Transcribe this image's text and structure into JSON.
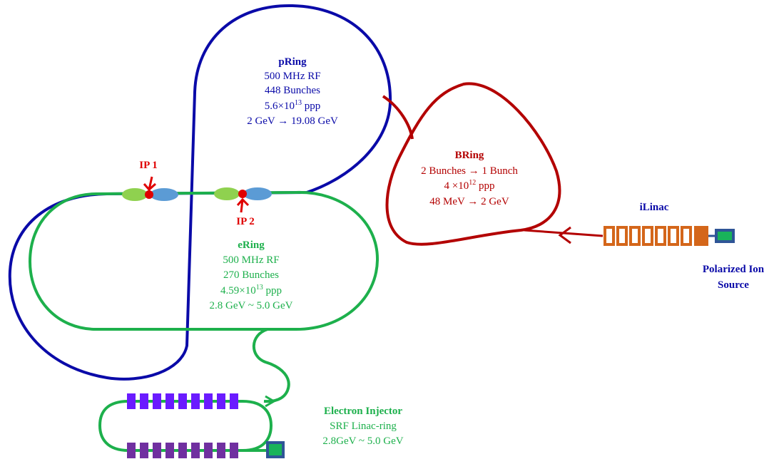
{
  "colors": {
    "pring": "#0a0aa8",
    "ering": "#1db04c",
    "bring": "#b30000",
    "ip": "#e00000",
    "linac_orange": "#d4661a",
    "green_ellipse": "#8fd14f",
    "blue_ellipse": "#5b9bd5",
    "injector_top": "#6a1bff",
    "injector_bottom": "#7030a0",
    "source_body": "#2f5597",
    "source_inner": "#19b35a"
  },
  "pring": {
    "title": "pRing",
    "rf": "500 MHz RF",
    "bunches": "448 Bunches",
    "ppp_base": "5.6×10",
    "ppp_exp": "13",
    "ppp_unit": " ppp",
    "energy": "2 GeV →   19.08 GeV"
  },
  "ering": {
    "title": "eRing",
    "rf": "500 MHz RF",
    "bunches": "270 Bunches",
    "ppp_base": "4.59×10",
    "ppp_exp": "13",
    "ppp_unit": " ppp",
    "energy": "2.8 GeV ~ 5.0 GeV"
  },
  "bring": {
    "title": "BRing",
    "bunches": "2 Bunches →   1 Bunch",
    "ppp_base": "4 ×10",
    "ppp_exp": "12",
    "ppp_unit": " ppp",
    "energy": "48 MeV →   2 GeV"
  },
  "ip1": "IP 1",
  "ip2": "IP 2",
  "ilinac": "iLinac",
  "source": {
    "line1": "Polarized Ion",
    "line2": "Source"
  },
  "injector": {
    "title": "Electron Injector",
    "line1": "SRF Linac-ring",
    "line2": "2.8GeV ~ 5.0 GeV"
  }
}
